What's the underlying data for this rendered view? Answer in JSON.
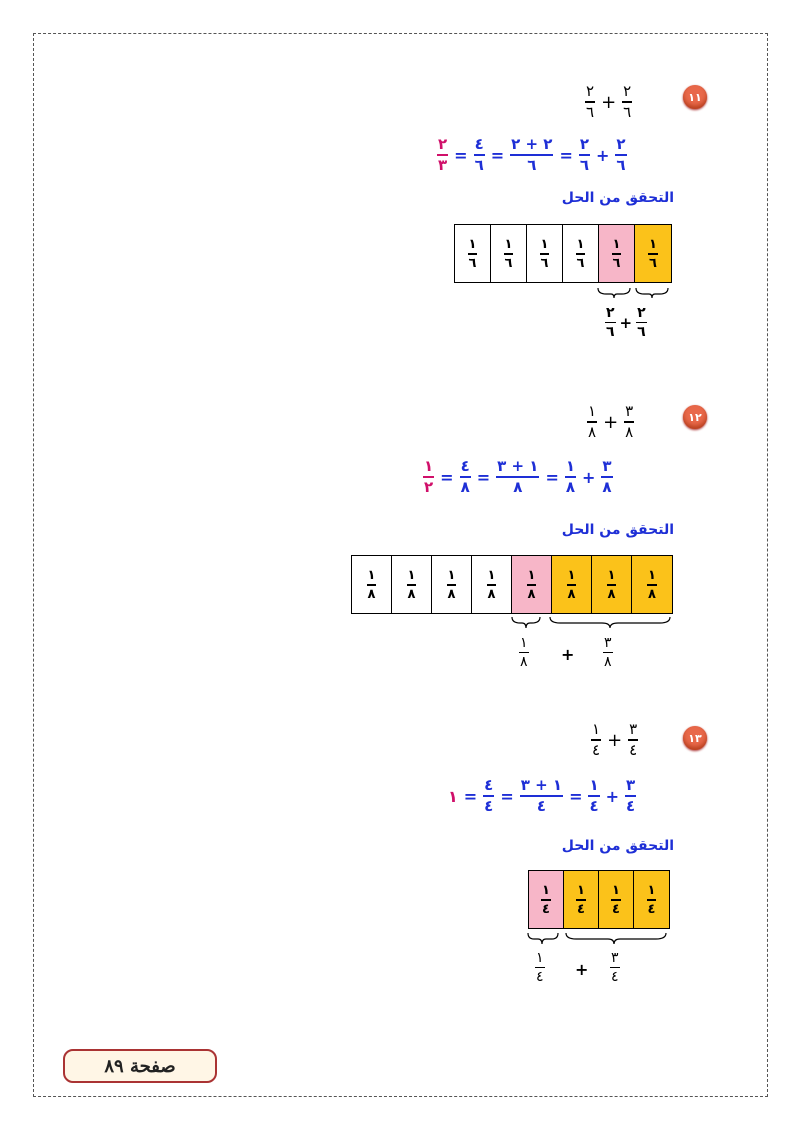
{
  "problems": [
    {
      "badge": "١١",
      "prompt": {
        "a_num": "٢",
        "a_den": "٦",
        "op": "+",
        "b_num": "٢",
        "b_den": "٦"
      },
      "eq": {
        "result_num": "٢",
        "result_den": "٣",
        "s1_num": "٤",
        "s1_den": "٦",
        "s2_num": "٢ + ٢",
        "s2_den": "٦",
        "s3_num": "٢",
        "s3_den": "٦",
        "s4_num": "٢",
        "s4_den": "٦",
        "eq_sign": "=",
        "plus": "+"
      },
      "check_label": "التحقق من الحل",
      "cells": [
        {
          "num": "١",
          "den": "٦",
          "color": "white"
        },
        {
          "num": "١",
          "den": "٦",
          "color": "white"
        },
        {
          "num": "١",
          "den": "٦",
          "color": "white"
        },
        {
          "num": "١",
          "den": "٦",
          "color": "white"
        },
        {
          "num": "١",
          "den": "٦",
          "color": "pink"
        },
        {
          "num": "١",
          "den": "٦",
          "color": "yellow"
        }
      ],
      "bottom": {
        "l_num": "٢",
        "l_den": "٦",
        "op": "+",
        "r_num": "٢",
        "r_den": "٦"
      }
    },
    {
      "badge": "١٢",
      "prompt": {
        "a_num": "١",
        "a_den": "٨",
        "op": "+",
        "b_num": "٣",
        "b_den": "٨"
      },
      "eq": {
        "result_num": "١",
        "result_den": "٢",
        "s1_num": "٤",
        "s1_den": "٨",
        "s2_num": "١ + ٣",
        "s2_den": "٨",
        "s3_num": "١",
        "s3_den": "٨",
        "s4_num": "٣",
        "s4_den": "٨",
        "eq_sign": "=",
        "plus": "+"
      },
      "check_label": "التحقق من الحل",
      "cells": [
        {
          "num": "١",
          "den": "٨",
          "color": "white"
        },
        {
          "num": "١",
          "den": "٨",
          "color": "white"
        },
        {
          "num": "١",
          "den": "٨",
          "color": "white"
        },
        {
          "num": "١",
          "den": "٨",
          "color": "white"
        },
        {
          "num": "١",
          "den": "٨",
          "color": "pink"
        },
        {
          "num": "١",
          "den": "٨",
          "color": "yellow"
        },
        {
          "num": "١",
          "den": "٨",
          "color": "yellow"
        },
        {
          "num": "١",
          "den": "٨",
          "color": "yellow"
        }
      ],
      "bottom": {
        "l_num": "١",
        "l_den": "٨",
        "op": "+",
        "r_num": "٣",
        "r_den": "٨"
      }
    },
    {
      "badge": "١٣",
      "prompt": {
        "a_num": "١",
        "a_den": "٤",
        "op": "+",
        "b_num": "٣",
        "b_den": "٤"
      },
      "eq": {
        "result": "١",
        "s1_num": "٤",
        "s1_den": "٤",
        "s2_num": "١ + ٣",
        "s2_den": "٤",
        "s3_num": "١",
        "s3_den": "٤",
        "s4_num": "٣",
        "s4_den": "٤",
        "eq_sign": "=",
        "plus": "+"
      },
      "check_label": "التحقق من الحل",
      "cells": [
        {
          "num": "١",
          "den": "٤",
          "color": "pink"
        },
        {
          "num": "١",
          "den": "٤",
          "color": "yellow"
        },
        {
          "num": "١",
          "den": "٤",
          "color": "yellow"
        },
        {
          "num": "١",
          "den": "٤",
          "color": "yellow"
        }
      ],
      "bottom": {
        "l_num": "١",
        "l_den": "٤",
        "op": "+",
        "r_num": "٣",
        "r_den": "٤"
      }
    }
  ],
  "colors": {
    "blue": "#1e2fd6",
    "pink_text": "#d0106a",
    "pink_cell": "#f7b6c8",
    "yellow_cell": "#fbc21a",
    "badge": "#e8684a"
  },
  "footer": {
    "page_label": "صفحة ٨٩"
  }
}
